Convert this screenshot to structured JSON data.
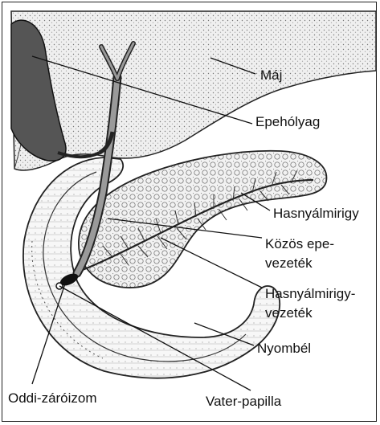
{
  "labels": {
    "maj": "Máj",
    "epeholyag": "Epehólyag",
    "hasnyalmirigy": "Hasnyálmirigy",
    "kozos_line1": "Közös epe-",
    "kozos_line2": "vezeték",
    "hasnyalvez_line1": "Hasnyálmirigy-",
    "hasnyalvez_line2": "vezeték",
    "nyombel": "Nyombél",
    "oddi": "Oddi-záróizom",
    "vater": "Vater-papilla"
  }
}
